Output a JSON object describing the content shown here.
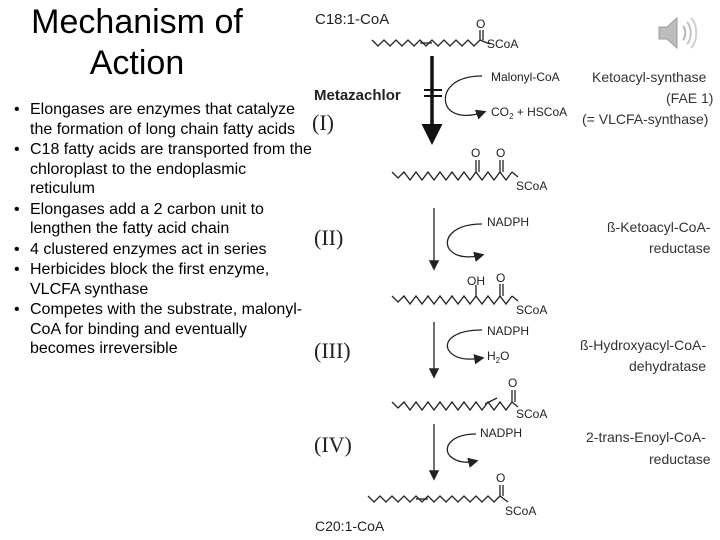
{
  "slide": {
    "title": "Mechanism of Action",
    "bullets": [
      "Elongases are enzymes that catalyze the formation of long chain fatty acids",
      "C18 fatty acids are transported from the chloroplast to the endoplasmic reticulum",
      "Elongases add a 2 carbon unit to lengthen the fatty acid chain",
      "4 clustered enzymes act in series",
      "Herbicides block the first enzyme, VLCFA synthase",
      "Competes with the substrate, malonyl-CoA for binding and eventually becomes irreversible"
    ]
  },
  "diagram": {
    "start_label": "C18:1-CoA",
    "end_label": "C20:1-CoA",
    "inhibitor": "Metazachlor",
    "stages": [
      "(I)",
      "(II)",
      "(III)",
      "(IV)"
    ],
    "cofactors": {
      "malonyl": "Malonyl-CoA",
      "co2_hscoa": "CO",
      "co2_sub": "2",
      "co2_rest": " + HSCoA",
      "nadph_1": "NADPH",
      "nadph_2": "NADPH",
      "h2o": "H",
      "h2o_sub": "2",
      "h2o_rest": "O",
      "nadph_3": "NADPH"
    },
    "atoms": {
      "o": "O",
      "oh": "OH",
      "scoa": "SCoA"
    },
    "enzymes": {
      "e1_line1": "Ketoacyl-synthase",
      "e1_line2": "(FAE 1)",
      "e1_line3": "(= VLCFA-synthase)",
      "e2_line1": "ß-Ketoacyl-CoA-",
      "e2_line2": "reductase",
      "e3_line1": "ß-Hydroxyacyl-CoA-",
      "e3_line2": "dehydratase",
      "e4_line1": "2-trans-Enoyl-CoA-",
      "e4_line2": "reductase"
    }
  },
  "icons": {
    "speaker": "speaker-icon"
  }
}
